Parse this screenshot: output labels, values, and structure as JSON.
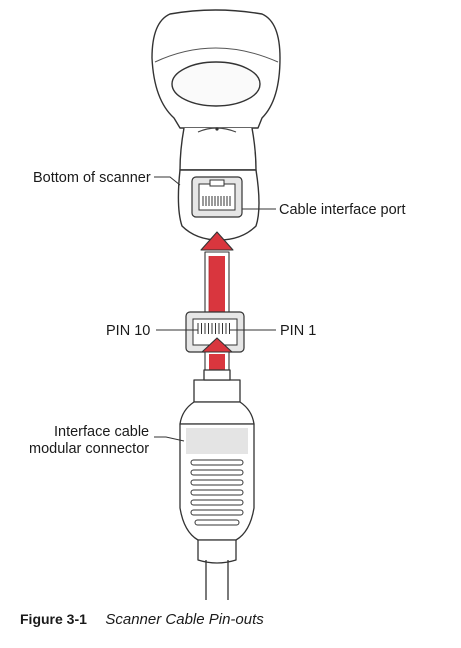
{
  "labels": {
    "bottom_of_scanner": "Bottom of scanner",
    "cable_interface_port": "Cable interface port",
    "pin_10": "PIN 10",
    "pin_1": "PIN 1",
    "interface_cable_line1": "Interface cable",
    "interface_cable_line2": "modular connector"
  },
  "caption": {
    "number": "Figure 3-1",
    "title": "Scanner Cable Pin-outs"
  },
  "colors": {
    "arrow_fill": "#d9363e",
    "outline": "#333333",
    "shade": "#e4e4e4"
  }
}
